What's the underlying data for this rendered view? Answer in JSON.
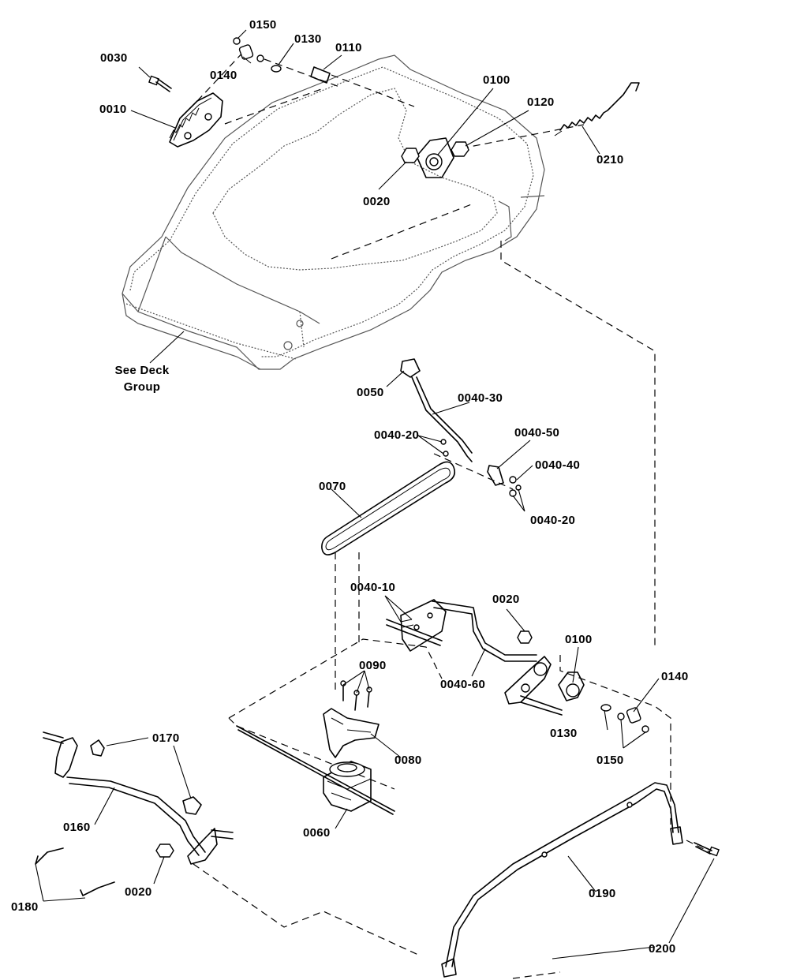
{
  "callouts": {
    "p0010": "0010",
    "p0020_top": "0020",
    "p0020_mid": "0020",
    "p0020_bottom": "0020",
    "p0030": "0030",
    "p0040_10": "0040-10",
    "p0040_20_left": "0040-20",
    "p0040_20_right": "0040-20",
    "p0040_30": "0040-30",
    "p0040_40": "0040-40",
    "p0040_50": "0040-50",
    "p0040_60": "0040-60",
    "p0050": "0050",
    "p0060": "0060",
    "p0070": "0070",
    "p0080": "0080",
    "p0090": "0090",
    "p0100_top": "0100",
    "p0100_bottom": "0100",
    "p0110": "0110",
    "p0120": "0120",
    "p0130_top": "0130",
    "p0130_bottom": "0130",
    "p0140_top": "0140",
    "p0140_bottom": "0140",
    "p0150_top": "0150",
    "p0150_bottom": "0150",
    "p0160": "0160",
    "p0170": "0170",
    "p0180": "0180",
    "p0190": "0190",
    "p0200": "0200",
    "p0210": "0210"
  },
  "note": {
    "line1": "See Deck",
    "line2": "Group"
  }
}
